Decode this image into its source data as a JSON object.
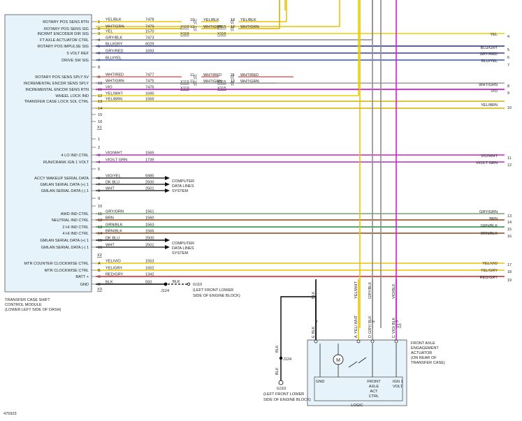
{
  "module": {
    "name_lines": [
      "TRANSFER CASE SHIFT",
      "CONTROL MODULE",
      "(LOWER LEFT SIDE OF DASH)"
    ],
    "connectors": [
      "X1",
      "X2",
      "X3"
    ],
    "pins": [
      {
        "pin": "1",
        "label": "ROTARY POS SENS RTN",
        "wire": "YEL/BLK",
        "circuit": "7478",
        "color": "#e8c400"
      },
      {
        "pin": "2",
        "label": "ROTARY POS SENS SIG",
        "wire": "WHT/GRN",
        "circuit": "7479",
        "color": "#d9b000"
      },
      {
        "pin": "3",
        "label": "INCRMT ENCODER DIR SIG",
        "wire": "YEL",
        "circuit": "1570",
        "color": "#e8d000"
      },
      {
        "pin": "4",
        "label": "FT AXLE ACTUATOR CTRL",
        "wire": "GRY/BLK",
        "circuit": "7473",
        "color": "#8c8c8c"
      },
      {
        "pin": "5",
        "label": "ROTARY POS IMPULSE SIG",
        "wire": "BLU/GRY",
        "circuit": "6029",
        "color": "#1f2d9c"
      },
      {
        "pin": "6",
        "label": "5 VOLT REF",
        "wire": "GRY/RED",
        "circuit": "1693",
        "color": "#3a3aa8"
      },
      {
        "pin": "7",
        "label": "DRIVE SW SIG",
        "wire": "BLU/YEL",
        "circuit": "",
        "color": "#2c56c8"
      },
      {
        "pin": "8",
        "label": "",
        "wire": "",
        "circuit": "",
        "color": ""
      },
      {
        "pin": "9",
        "label": "ROTARY POS SENS SPLY 5V",
        "wire": "WHT/RED",
        "circuit": "7477",
        "color": "#e06060"
      },
      {
        "pin": "10",
        "label": "INCREMENTAL ENCDR SENS SPLY",
        "wire": "WHT/GRN",
        "circuit": "7475",
        "color": "#9c9c9c"
      },
      {
        "pin": "11",
        "label": "INCREMENTAL ENCDR SENS RTN",
        "wire": "VIO",
        "circuit": "7476",
        "color": "#cc22cc"
      },
      {
        "pin": "12",
        "label": "WHEEL LOCK IND",
        "wire": "YEL/WHT",
        "circuit": "1695",
        "color": "#e8d000"
      },
      {
        "pin": "13",
        "label": "TRANSFER CASE LOCK SOL CTRL",
        "wire": "YEL/BRN",
        "circuit": "1569",
        "color": "#d4b200"
      },
      {
        "pin": "14",
        "label": "",
        "wire": "",
        "circuit": "",
        "color": ""
      },
      {
        "pin": "15",
        "label": "",
        "wire": "",
        "circuit": "",
        "color": ""
      },
      {
        "pin": "16",
        "label": "",
        "wire": "",
        "circuit": "",
        "color": ""
      },
      {
        "pin": "1",
        "label": "",
        "wire": "",
        "circuit": "",
        "color": ""
      },
      {
        "pin": "2",
        "label": "",
        "wire": "",
        "circuit": "",
        "color": ""
      },
      {
        "pin": "3",
        "label": "4 LO IND CTRL",
        "wire": "VIO/WHT",
        "circuit": "1565",
        "color": "#cc22cc"
      },
      {
        "pin": "4",
        "label": "RUN/CRANK IGN 1 VOLT",
        "wire": "VIO/LT GRN",
        "circuit": "1739",
        "color": "#b030c0"
      },
      {
        "pin": "5",
        "label": "",
        "wire": "",
        "circuit": "",
        "color": ""
      },
      {
        "pin": "6",
        "label": "ACCY WAKEUP SERIAL DATA",
        "wire": "VIO/YEL",
        "circuit": "5985",
        "color": "#cc22cc"
      },
      {
        "pin": "7",
        "label": "GMLAN SERIAL DATA (+) 1",
        "wire": "DK BLU",
        "circuit": "2500",
        "color": "#1f2d9c"
      },
      {
        "pin": "8",
        "label": "GMLAN SERIAL DATA (-) 1",
        "wire": "WHT",
        "circuit": "2501",
        "color": "#444444"
      },
      {
        "pin": "9",
        "label": "",
        "wire": "",
        "circuit": "",
        "color": ""
      },
      {
        "pin": "10",
        "label": "",
        "wire": "",
        "circuit": "",
        "color": ""
      },
      {
        "pin": "11",
        "label": "AWD IND CTRL",
        "wire": "GRY/GRN",
        "circuit": "1561",
        "color": "#7aa070"
      },
      {
        "pin": "12",
        "label": "NEUTRAL IND CTRL",
        "wire": "BRN",
        "circuit": "1560",
        "color": "#8b4513"
      },
      {
        "pin": "13",
        "label": "2 HI IND CTRL",
        "wire": "GRN/BLK",
        "circuit": "1563",
        "color": "#1e8c3a"
      },
      {
        "pin": "14",
        "label": "4 HI IND CTRL",
        "wire": "BRN/BLK",
        "circuit": "1566",
        "color": "#8b4513"
      },
      {
        "pin": "15",
        "label": "GMLAN SERIAL DATA (+) 1",
        "wire": "DK BLU",
        "circuit": "2500",
        "color": "#1f2d9c"
      },
      {
        "pin": "16",
        "label": "GMLAN SERIAL DATA (-) 1",
        "wire": "WHT",
        "circuit": "2501",
        "color": "#444444"
      },
      {
        "pin": "A",
        "label": "MTR COUNTER CLOCKWISE CTRL",
        "wire": "YEL/VIO",
        "circuit": "1553",
        "color": "#e8c400"
      },
      {
        "pin": "B",
        "label": "MTR CLOCKWISE CTRL",
        "wire": "YEL/GRY",
        "circuit": "1552",
        "color": "#e8c400"
      },
      {
        "pin": "C",
        "label": "BATT +",
        "wire": "RED/GRY",
        "circuit": "1342",
        "color": "#d02020"
      },
      {
        "pin": "D",
        "label": "GND",
        "wire": "BLK",
        "circuit": "550",
        "color": "#000000"
      }
    ]
  },
  "splices": [
    {
      "id": "X119-10",
      "conn": "X119",
      "cavity": "10",
      "out_wire": "YEL/BLK"
    },
    {
      "id": "X119-12",
      "conn": "X119",
      "cavity": "12",
      "out_wire": "WHT/GRN"
    },
    {
      "id": "X115-13",
      "conn": "X115",
      "cavity": "13",
      "out_wire": "YEL/BLK"
    },
    {
      "id": "X115-12",
      "conn": "X115",
      "cavity": "12",
      "out_wire": "WHT/GRN"
    },
    {
      "id": "X119-11",
      "conn": "X119",
      "cavity": "11",
      "out_wire": "WHT/RED"
    },
    {
      "id": "X115-21",
      "conn": "X115",
      "cavity": "21",
      "out_wire": "WHT/RED"
    }
  ],
  "right_refs": [
    {
      "wire": "YEL",
      "ref": "4"
    },
    {
      "wire": "BLU/GRY",
      "ref": "5"
    },
    {
      "wire": "GRY/RED",
      "ref": "6"
    },
    {
      "wire": "BLU/YEL",
      "ref": "7"
    },
    {
      "wire": "WHT/GRN",
      "ref": "8"
    },
    {
      "wire": "VIO",
      "ref": "9"
    },
    {
      "wire": "YEL/BRN",
      "ref": "10"
    },
    {
      "wire": "VIO/WHT",
      "ref": "11"
    },
    {
      "wire": "VIO/LT GRN",
      "ref": "12"
    },
    {
      "wire": "GRY/GRN",
      "ref": "13"
    },
    {
      "wire": "BRN",
      "ref": "14"
    },
    {
      "wire": "GRN/BLK",
      "ref": "15"
    },
    {
      "wire": "BRN/BLK",
      "ref": "16"
    },
    {
      "wire": "YEL/VIO",
      "ref": "17"
    },
    {
      "wire": "YEL/GRY",
      "ref": "18"
    },
    {
      "wire": "RED/GRY",
      "ref": "19"
    }
  ],
  "data_lines_label": [
    "COMPUTER",
    "DATA LINES",
    "SYSTEM"
  ],
  "ground_top": {
    "wire": "BLK",
    "name": "J124",
    "ground": "G110",
    "desc": [
      "(LEFT FRONT LOWER",
      "SIDE OF ENGINE BLOCK)"
    ]
  },
  "ground_bottom": {
    "wire": "BLK",
    "name": "J124",
    "ground": "G110",
    "desc": [
      "(LEFT FRONT LOWER",
      "SIDE OF ENGINE BLOCK)"
    ]
  },
  "actuator": {
    "title_lines": [
      "FRONT AXLE",
      "ENGAGEMENT",
      "ACTUATOR",
      "(ON REAR OF",
      "TRANSFER CASE)"
    ],
    "connector": "X1",
    "pins": [
      {
        "pin": "E",
        "wire": "BLK",
        "top_wire": "BLK",
        "top_pin": "4",
        "color": "#000000"
      },
      {
        "pin": "A",
        "wire": "YEL/ WHT",
        "top_wire": "YEL/WHT",
        "top_pin": "",
        "color": "#e8c400"
      },
      {
        "pin": "D",
        "wire": "GRY/ BLK",
        "top_wire": "GRY/BLK",
        "top_pin": "2",
        "color": "#8c8c8c"
      },
      {
        "pin": "C",
        "wire": "VIO/ BLK",
        "top_wire": "VIO/BLK",
        "top_pin": "3",
        "color": "#cc22cc"
      }
    ],
    "internal": {
      "gnd": "GND",
      "front_axle_act_ctrl": [
        "FRONT",
        "AXLE",
        "ACT",
        "CTRL"
      ],
      "ign": [
        "IGN 1",
        "VOLT"
      ],
      "logic": "LOGIC",
      "motor": "M"
    }
  },
  "figure_id": "475923"
}
